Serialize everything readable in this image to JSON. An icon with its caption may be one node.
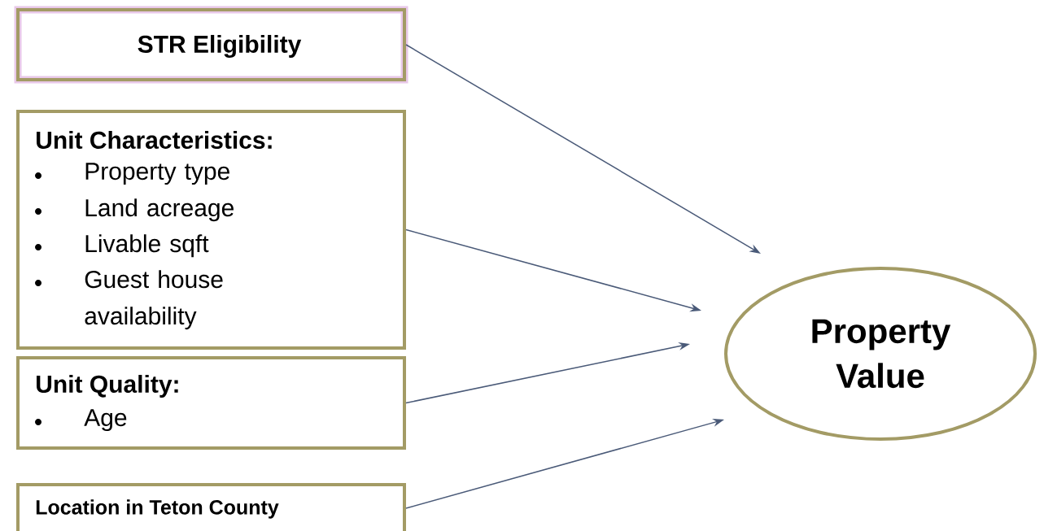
{
  "diagram": {
    "nodes": [
      {
        "text": [
          "STR Eligibility"
        ]
      },
      {
        "text": [
          "Unit Characteristics:",
          "Property type",
          "Land acreage",
          "Livable sqft",
          "Guest house availability"
        ]
      },
      {
        "text": [
          "Unit Quality:",
          "Age"
        ]
      },
      {
        "text": [
          "Location in Teton County"
        ]
      },
      {
        "text": [
          "Property Value"
        ]
      }
    ],
    "edges": [
      {
        "from": 0,
        "to": 4,
        "arrow": "to"
      },
      {
        "from": 1,
        "to": 4,
        "arrow": "to"
      },
      {
        "from": 2,
        "to": 4,
        "arrow": "to"
      },
      {
        "from": 3,
        "to": 4,
        "arrow": "to"
      }
    ]
  }
}
